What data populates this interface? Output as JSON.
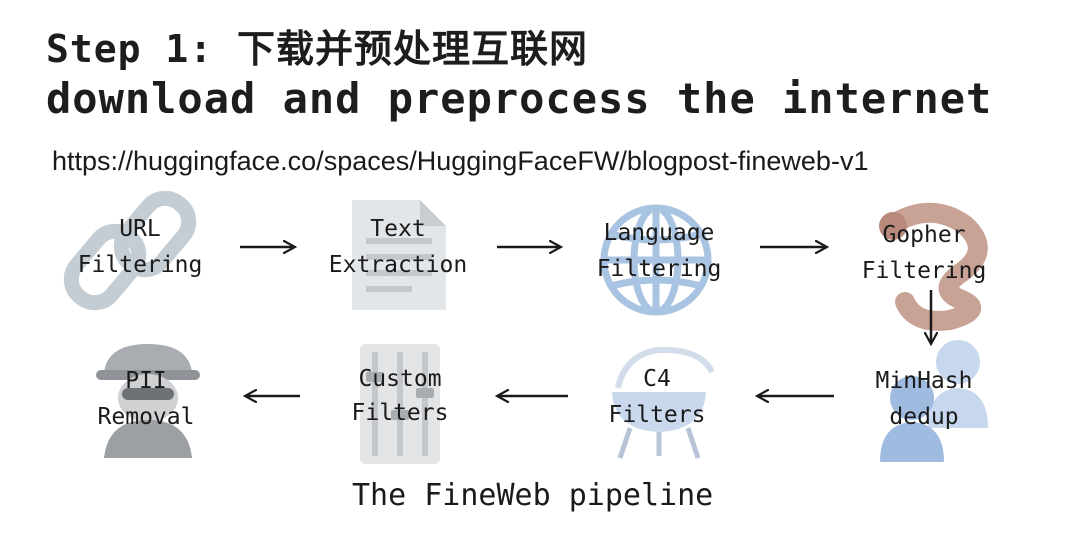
{
  "header": {
    "title_zh": "Step 1: 下载并预处理互联网",
    "title_en": "download and preprocess the internet",
    "url": "https://huggingface.co/spaces/HuggingFaceFW/blogpost-fineweb-v1"
  },
  "pipeline": {
    "steps": [
      {
        "line1": "URL",
        "line2": "Filtering",
        "icon": "chain-link-icon"
      },
      {
        "line1": "Text",
        "line2": "Extraction",
        "icon": "document-icon"
      },
      {
        "line1": "Language",
        "line2": "Filtering",
        "icon": "globe-icon"
      },
      {
        "line1": "Gopher",
        "line2": "Filtering",
        "icon": "gopher-snake-icon"
      },
      {
        "line1": "MinHash",
        "line2": "dedup",
        "icon": "duplicate-people-icon"
      },
      {
        "line1": "C4",
        "line2": "Filters",
        "icon": "kettle-grill-icon"
      },
      {
        "line1": "Custom",
        "line2": "Filters",
        "icon": "filter-panel-icon"
      },
      {
        "line1": "PII",
        "line2": "Removal",
        "icon": "spy-icon"
      }
    ],
    "caption": "The FineWeb pipeline"
  },
  "colors": {
    "chain": "#c4ccd4",
    "document": "#d9dde1",
    "globe": "#a9c3e3",
    "gopher": "#c9a296",
    "people": "#aac3e2",
    "grill": "#c9d8ec",
    "filter": "#d7d9dc",
    "spy": "#a9acb0",
    "arrow": "#1a1a1a"
  }
}
